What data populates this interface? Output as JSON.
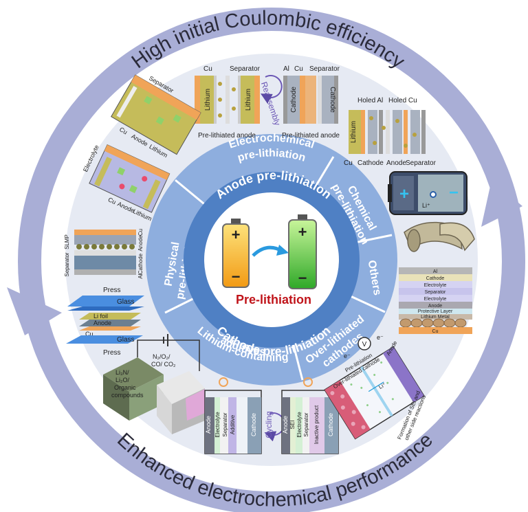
{
  "outer": {
    "top_title": "High initial Coulombic efficiency",
    "bottom_title": "Enhanced electrochemical performance"
  },
  "center": {
    "label": "Pre-lithiation",
    "plus": "+",
    "minus": "−"
  },
  "inner_ring": {
    "top": "Anode pre-lithiation",
    "bottom": "Cathode pre-lithiation"
  },
  "segments": {
    "electrochemical_1": "Electrochemical",
    "electrochemical_2": "pre-lithiation",
    "chemical_1": "Chemical",
    "chemical_2": "pre-lithiation",
    "others": "Others",
    "physical_1": "Physical",
    "physical_2": "pre-lithiation",
    "lithium_additives_1": "Lithium-containing",
    "lithium_additives_2": "additives",
    "over_lithiated_1": "Over-lithiated",
    "over_lithiated_2": "cathodes"
  },
  "panel_reassembly": {
    "cu": "Cu",
    "separator": "Separator",
    "lithium_left": "Lithium",
    "lithium_right": "Lithium",
    "caption": "Pre-lithiated anode",
    "arrow_label": "Reassembly"
  },
  "panel_cathode_cell": {
    "al": "Al",
    "cu": "Cu",
    "separator": "Separator",
    "cathode_left": "Cathode",
    "cathode_right": "Cathode",
    "caption": "Pre-lithiated anode"
  },
  "panel_holed": {
    "holed_al": "Holed Al",
    "holed_cu": "Holed Cu",
    "lithium": "Lithium",
    "cu": "Cu",
    "cathode": "Cathode",
    "anode": "Anode",
    "separator": "Separator"
  },
  "panel_echem": {
    "separator": "Separator",
    "cu": "Cu",
    "anode": "Anode",
    "lithium": "Lithium",
    "electrolyte": "Electrolyte",
    "cu2": "Cu",
    "anode2": "Anode",
    "lithium2": "Lithium"
  },
  "panel_chemical": {
    "plus": "+",
    "minus": "−",
    "li_ion": "Li⁺"
  },
  "panel_stack": {
    "layers": [
      "Al",
      "Cathode",
      "Electrolyte",
      "Separator",
      "Electrolyte",
      "Anode",
      "Protective Layer",
      "Lithium Metal",
      "Cu"
    ]
  },
  "panel_slmp": {
    "slmp": "SLMP",
    "separator": "Separator",
    "cu": "Cu",
    "anode": "Anode",
    "cathode": "Cathode",
    "al": "Al"
  },
  "panel_press": {
    "press_top": "Press",
    "glass_top": "Glass",
    "li_foil": "Li foil",
    "anode": "Anode",
    "cu": "Cu",
    "glass_bottom": "Glass",
    "press_bottom": "Press"
  },
  "panel_additives": {
    "gases": "N₂/O₂/",
    "gases2": "CO/ CO₂",
    "li_compounds": "Li₃N/",
    "li_compounds2": "Li₂O/",
    "organic": "Organic",
    "compounds": "compounds"
  },
  "panel_cell_before": {
    "anode": "Anode",
    "electrolyte": "Electrolyte",
    "separator": "Separator",
    "additive": "Additive",
    "cathode": "Cathode"
  },
  "panel_cycling": {
    "label": "Cycling"
  },
  "panel_cell_after": {
    "anode": "Anode",
    "sei": "SEI",
    "electrolyte": "Electrolyte",
    "separator": "Separator",
    "inactive": "Inactive product",
    "cathode": "Cathode"
  },
  "panel_overlith": {
    "v": "V",
    "e_left": "e⁻",
    "e_right": "e⁻",
    "prelithiation": "Pre-lithiation",
    "over_cathode": "Over-lithiated cathode",
    "anode": "Anode",
    "li_ion": "Li⁺",
    "sei_note_1": "Formation of SEI and",
    "sei_note_2": "other side reactions"
  },
  "colors": {
    "outer_ring": "#a9aed6",
    "panel_disc": "#e6eaf3",
    "segment_ring": "#8eaede",
    "inner_ring": "#4f80c4",
    "center": "#ffffff",
    "accent_red": "#c0141a"
  }
}
